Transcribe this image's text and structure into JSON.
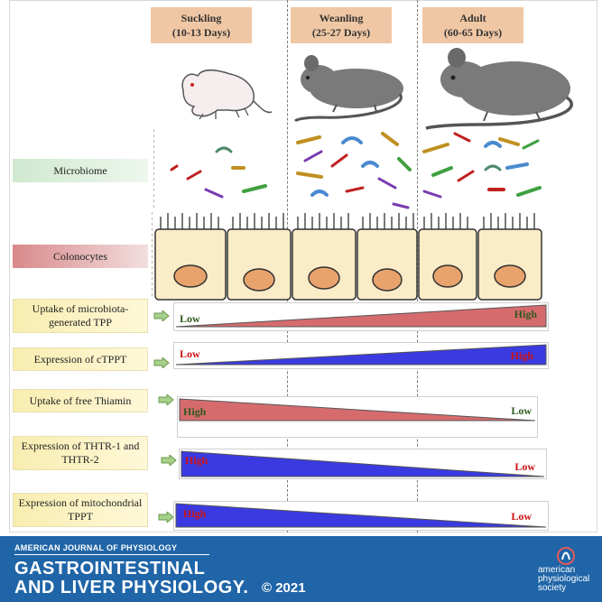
{
  "stages": [
    {
      "name": "Suckling",
      "age": "(10-13 Days)"
    },
    {
      "name": "Weanling",
      "age": "(25-27 Days)"
    },
    {
      "name": "Adult",
      "age": "(60-65 Days)"
    }
  ],
  "labels": {
    "microbiome": "Microbiome",
    "colonocytes": "Colonocytes"
  },
  "rows": [
    {
      "label": "Uptake of microbiota-generated TPP",
      "start": "Low",
      "end": "High",
      "color": "#d66b6e",
      "direction": "increasing"
    },
    {
      "label": "Expression of cTPPT",
      "start": "Low",
      "end": "High",
      "color": "#3a3ae0",
      "direction": "increasing"
    },
    {
      "label": "Uptake of  free Thiamin",
      "start": "High",
      "end": "Low",
      "color": "#d66b6e",
      "direction": "decreasing"
    },
    {
      "label": "Expression of THTR-1 and THTR-2",
      "start": "High",
      "end": "Low",
      "color": "#3a3ae0",
      "direction": "decreasing"
    },
    {
      "label": "Expression of mitochondrial TPPT",
      "start": "High",
      "end": "Low",
      "color": "#3a3ae0",
      "direction": "decreasing"
    }
  ],
  "footer": {
    "journal": "AMERICAN JOURNAL OF PHYSIOLOGY",
    "title_line1": "GASTROINTESTINAL",
    "title_line2": "AND LIVER PHYSIOLOGY.",
    "copyright": "© 2021",
    "society_line1": "american",
    "society_line2": "physiological",
    "society_line3": "society"
  },
  "colors": {
    "stage_box": "#f0c7a4",
    "footer_bg": "#1f65a8",
    "increase_red": "#d66b6e",
    "blue": "#3a3ae0",
    "level_dark": "#2e5a1e",
    "level_red": "#cc1111"
  }
}
